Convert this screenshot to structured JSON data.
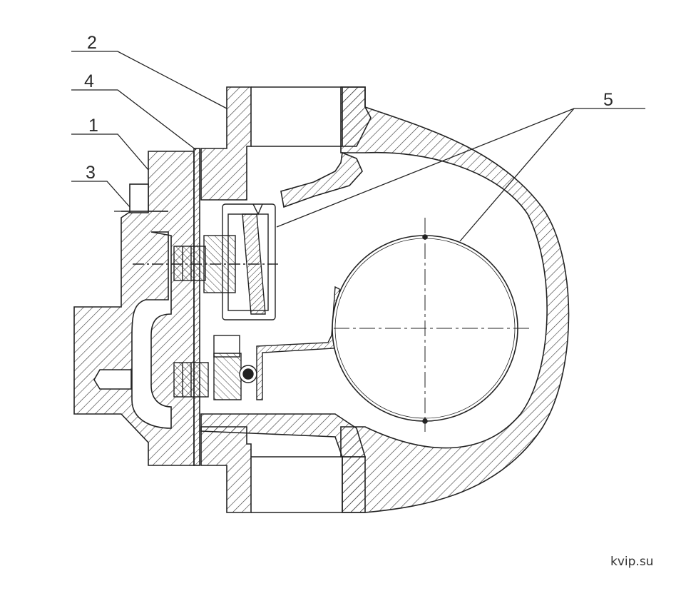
{
  "diagram": {
    "callouts": [
      {
        "id": "c2",
        "label": "2"
      },
      {
        "id": "c4",
        "label": "4"
      },
      {
        "id": "c1",
        "label": "1"
      },
      {
        "id": "c3",
        "label": "3"
      },
      {
        "id": "c5",
        "label": "5"
      }
    ],
    "watermark": "kvip.su",
    "line_color": "#222222",
    "hatch_color": "#333333",
    "background": "#ffffff"
  }
}
